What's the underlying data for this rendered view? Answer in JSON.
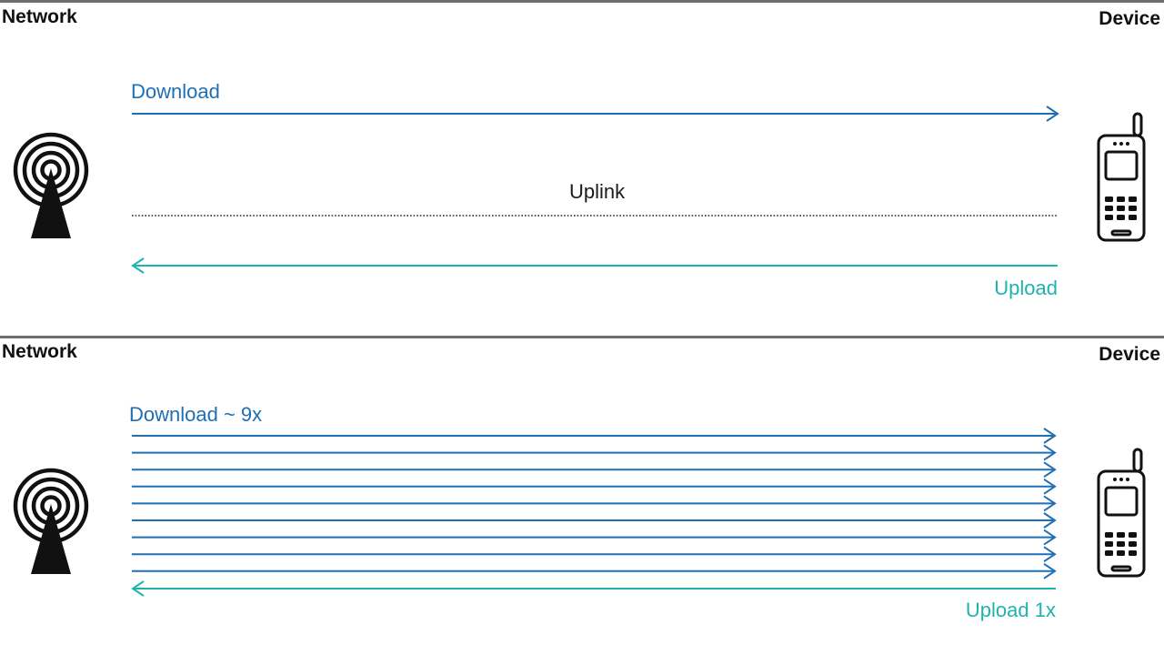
{
  "colors": {
    "download": "#1f6fb5",
    "upload": "#1fb3b0",
    "uplink_line": "#222222",
    "divider": "#6d6d6d",
    "icon": "#111111"
  },
  "panels": [
    {
      "network_label": "Network",
      "device_label": "Device",
      "download_label": "Download",
      "uplink_label": "Uplink",
      "upload_label": "Upload",
      "download_arrows": 1,
      "upload_arrows": 1,
      "tower_icon": "radio-tower-icon",
      "phone_icon": "mobile-phone-icon"
    },
    {
      "network_label": "Network",
      "device_label": "Device",
      "download_label": "Download ~ 9x",
      "upload_label": "Upload 1x",
      "download_arrows": 9,
      "upload_arrows": 1,
      "tower_icon": "radio-tower-icon",
      "phone_icon": "mobile-phone-icon"
    }
  ]
}
